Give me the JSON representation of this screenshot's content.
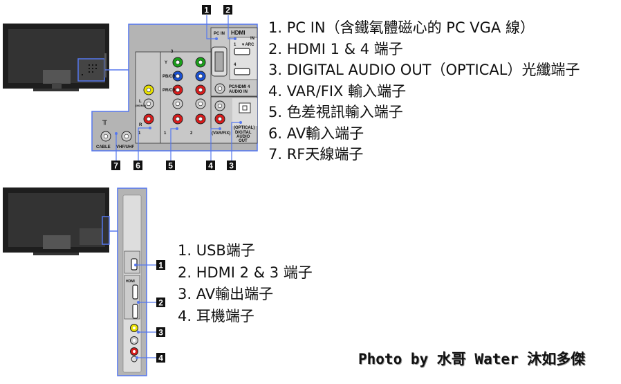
{
  "top_list": [
    "1. PC IN（含鐵氧體磁心的 PC VGA 線）",
    "2. HDMI 1 & 4 端子",
    "3. DIGITAL AUDIO OUT（OPTICAL）光纖端子",
    "4. VAR/FIX 輸入端子",
    "5. 色差視訊輸入端子",
    "6. AV輸入端子",
    "7. RF天線端子"
  ],
  "bottom_list": [
    "1. USB端子",
    "2. HDMI  2 & 3 端子",
    "3. AV輸出端子",
    "4. 耳機端子"
  ],
  "credit": "Photo by 水哥 Water 沐如多傑",
  "panel_labels": {
    "pc_in": "PC IN",
    "hdmi": "HDMI",
    "hdmi_in": "IN",
    "arc": "▾ ARC",
    "hdmi1": "1",
    "hdmi4": "4",
    "pc_audio": "PC/HDMI 4",
    "audio_in": "AUDIO IN",
    "optical": "(OPTICAL)",
    "digital": "DIGITAL",
    "audio": "AUDIO",
    "out": "OUT",
    "varfix": "(VAR/FIX)",
    "cable": "CABLE",
    "vhfuhf": "VHF/UHF",
    "y": "Y",
    "pb": "PB/CB",
    "pr": "PR/CR",
    "l": "L",
    "r": "R",
    "mono": "(MONO)",
    "one": "1",
    "two": "2",
    "three": "3"
  },
  "callouts_top": [
    "1",
    "2",
    "7",
    "6",
    "5",
    "4",
    "3"
  ],
  "callouts_bottom": [
    "1",
    "2",
    "3",
    "4"
  ],
  "colors": {
    "callout_line": "#5577ee",
    "panel": "#b4b4b4",
    "tv": "#2a2a2a"
  }
}
